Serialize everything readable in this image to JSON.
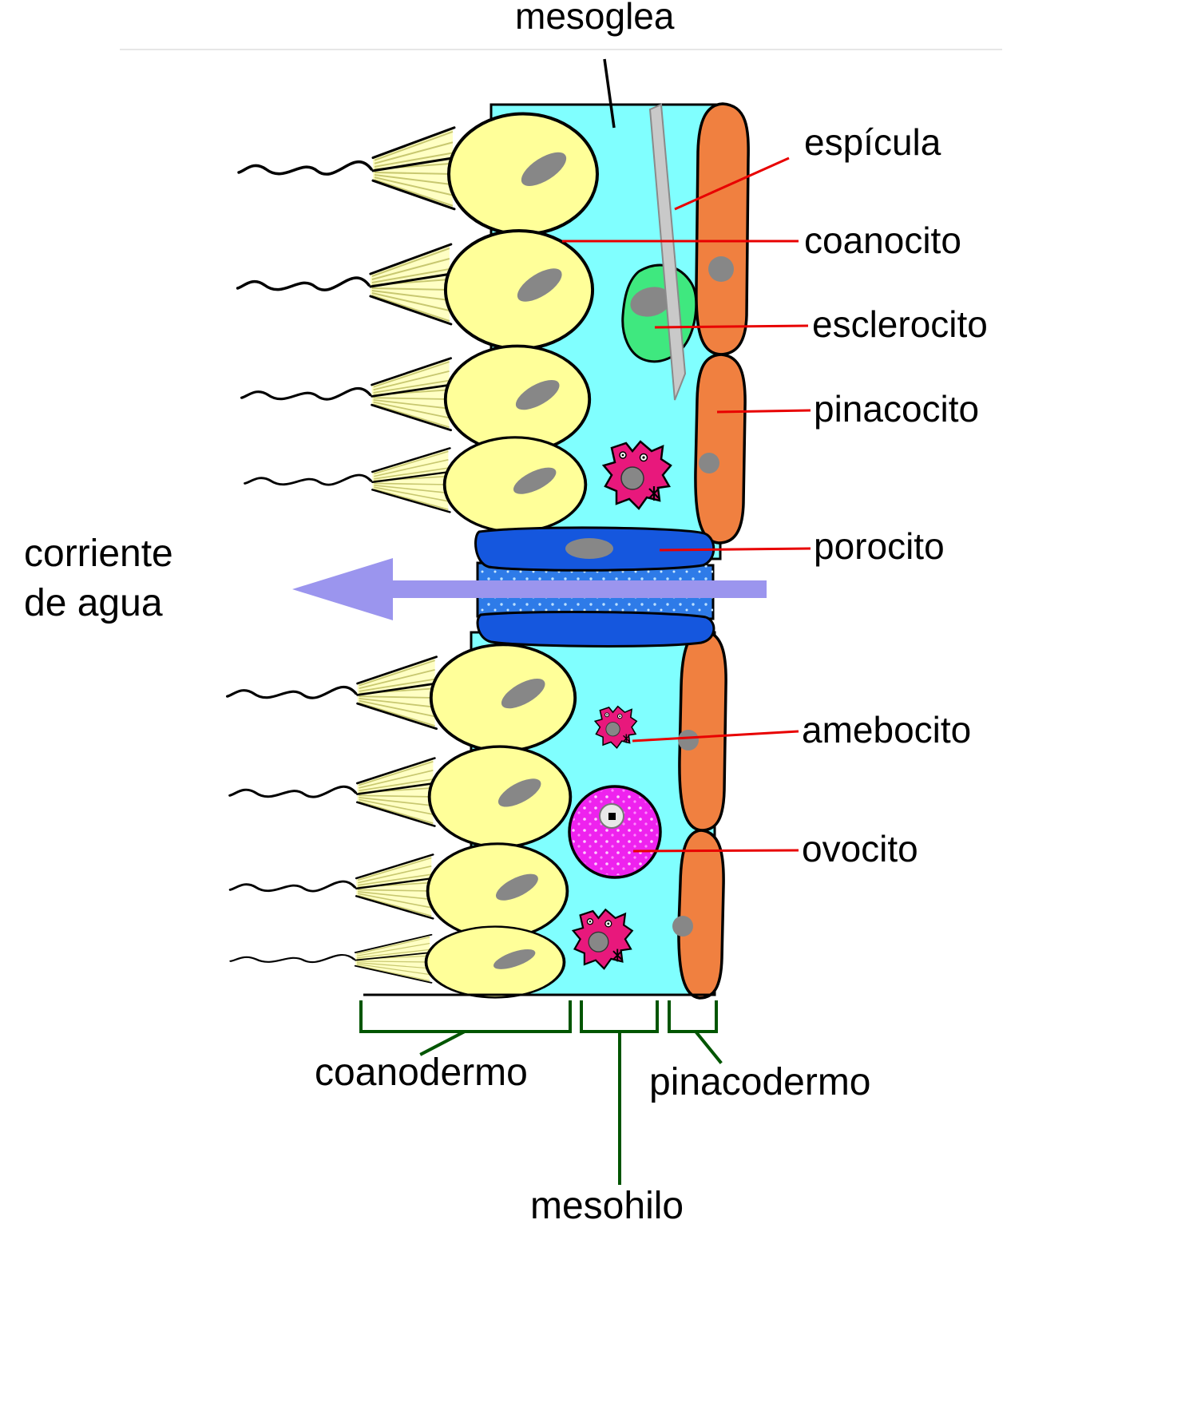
{
  "labels": {
    "mesoglea": "mesoglea",
    "espicula": "espícula",
    "coanocito": "coanocito",
    "esclerocito": "esclerocito",
    "pinacocito": "pinacocito",
    "porocito": "porocito",
    "amebocito": "amebocito",
    "ovocito": "ovocito",
    "corriente_line1": "corriente",
    "corriente_line2": "de agua",
    "coanodermo": "coanodermo",
    "pinacodermo": "pinacodermo",
    "mesohilo": "mesohilo"
  },
  "colors": {
    "choanocyte_yellow": "#FFFF99",
    "collar_yellow": "#FFFFC4",
    "collar_line": "#C8C870",
    "mesohyl_cyan": "#80FFFF",
    "pinacocyte_orange": "#F08040",
    "sclerocyte_green": "#3FE87F",
    "amebocyte_pink": "#E8187C",
    "oocyte_magenta": "#EE22EE",
    "porocyte_dark_blue": "#1557DE",
    "porocyte_blue": "#2E7BE8",
    "spicule_gray": "#C9C9C9",
    "nucleus_gray": "#878787",
    "arrow_lavender": "#9B95EE",
    "leader_red": "#E80000",
    "bracket_green": "#005500"
  }
}
